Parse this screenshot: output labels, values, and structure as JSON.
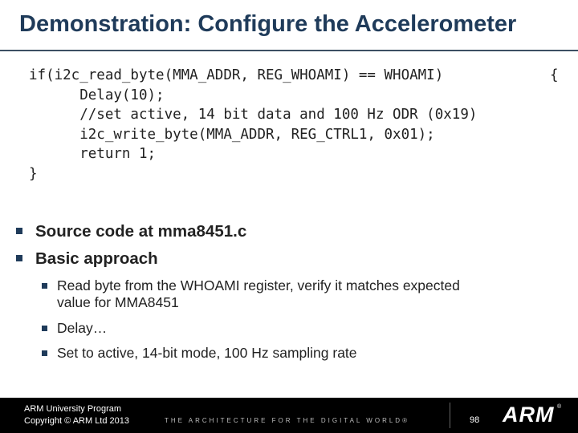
{
  "title": "Demonstration: Configure the Accelerometer",
  "code": {
    "lines": [
      "if(i2c_read_byte(MMA_ADDR, REG_WHOAMI) == WHOAMI)",
      "      Delay(10);",
      "      //set active, 14 bit data and 100 Hz ODR (0x19)",
      "      i2c_write_byte(MMA_ADDR, REG_CTRL1, 0x01);",
      "      return 1;",
      "}"
    ],
    "open_brace": "{"
  },
  "bullets": [
    {
      "text": "Source code at mma8451.c"
    },
    {
      "text": "Basic approach"
    }
  ],
  "sub_bullets": [
    {
      "line1": "Read byte from the WHOAMI register, verify it matches expected",
      "line2": "value for MMA8451"
    },
    {
      "line1": "Delay…"
    },
    {
      "line1": "Set to active, 14-bit mode, 100 Hz sampling rate"
    }
  ],
  "footer": {
    "program": "ARM University Program",
    "copyright": "Copyright © ARM Ltd 2013",
    "tagline": "THE ARCHITECTURE FOR THE DIGITAL WORLD®",
    "page": "98",
    "logo": "ARM",
    "logo_mark": "®"
  },
  "colors": {
    "title": "#1f3b5a",
    "bullet": "#1f3b5a",
    "footer_bg": "#000000"
  }
}
